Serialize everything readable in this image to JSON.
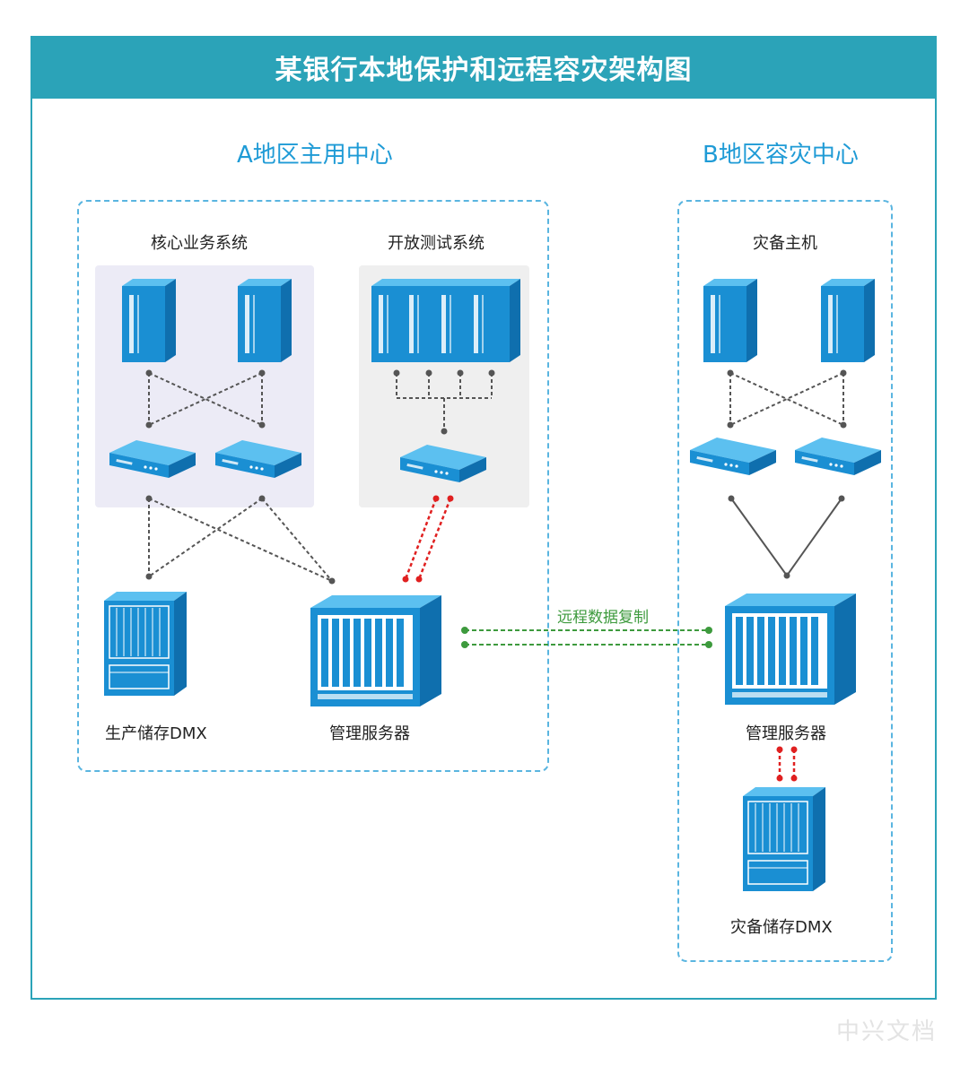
{
  "title": "某银行本地保护和远程容灾架构图",
  "regions": {
    "a": {
      "title": "A地区主用中心"
    },
    "b": {
      "title": "B地区容灾中心"
    }
  },
  "groups": {
    "core": "核心业务系统",
    "test": "开放测试系统",
    "backup_host": "灾备主机"
  },
  "labels": {
    "prod_storage": "生产储存DMX",
    "mgmt_server_a": "管理服务器",
    "mgmt_server_b": "管理服务器",
    "backup_storage": "灾备储存DMX"
  },
  "links": {
    "replication": "远程数据复制"
  },
  "watermark": "中兴文档",
  "colors": {
    "accent": "#2ba3b8",
    "region_title": "#1f9bd6",
    "device": "#1a8fd3",
    "red_link": "#e02020",
    "green_link": "#3d9a3d"
  }
}
